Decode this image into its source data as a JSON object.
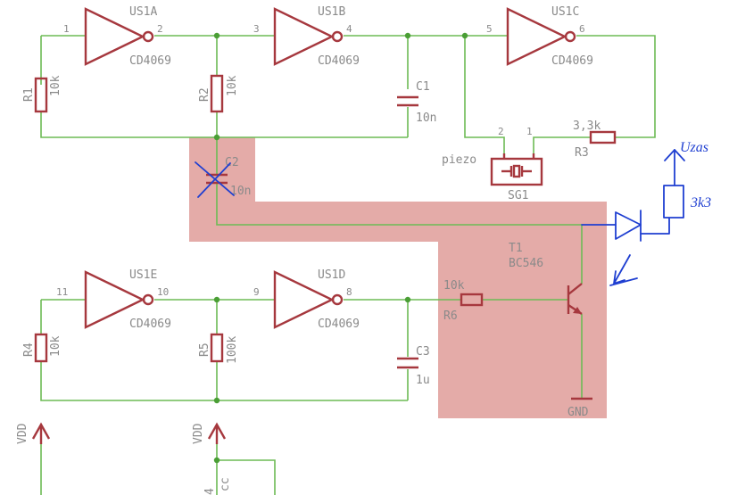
{
  "parts": {
    "us1a": {
      "name": "US1A",
      "value": "CD4069",
      "pin_in": "1",
      "pin_out": "2"
    },
    "us1b": {
      "name": "US1B",
      "value": "CD4069",
      "pin_in": "3",
      "pin_out": "4"
    },
    "us1c": {
      "name": "US1C",
      "value": "CD4069",
      "pin_in": "5",
      "pin_out": "6"
    },
    "us1e": {
      "name": "US1E",
      "value": "CD4069",
      "pin_in": "11",
      "pin_out": "10"
    },
    "us1d": {
      "name": "US1D",
      "value": "CD4069",
      "pin_in": "9",
      "pin_out": "8"
    },
    "r1": {
      "name": "R1",
      "value": "10k"
    },
    "r2": {
      "name": "R2",
      "value": "10k"
    },
    "r3": {
      "name": "R3",
      "value": "3,3k"
    },
    "r4": {
      "name": "R4",
      "value": "10k"
    },
    "r5": {
      "name": "R5",
      "value": "100k"
    },
    "r6": {
      "name": "R6",
      "value": "10k"
    },
    "c1": {
      "name": "C1",
      "value": "10n"
    },
    "c2": {
      "name": "C2",
      "value": "10n"
    },
    "c3": {
      "name": "C3",
      "value": "1u"
    },
    "sg1": {
      "name": "SG1",
      "label": "piezo",
      "pin_a": "2",
      "pin_b": "1"
    },
    "t1": {
      "name": "T1",
      "value": "BC546"
    },
    "gnd": {
      "label": "GND"
    },
    "vdd_left": {
      "label": "VDD"
    },
    "vdd_mid": {
      "label": "VDD"
    },
    "cut_a": {
      "label": "4"
    },
    "cut_b": {
      "label": "cc"
    }
  },
  "handwriting": {
    "supply": "Uzas",
    "resistor": "3k3"
  },
  "colors": {
    "wire": "#6dbb55",
    "part": "#a6383e",
    "highlight": "#d98b87",
    "annotation": "#1f3fd1",
    "label": "#8a8a8a"
  }
}
